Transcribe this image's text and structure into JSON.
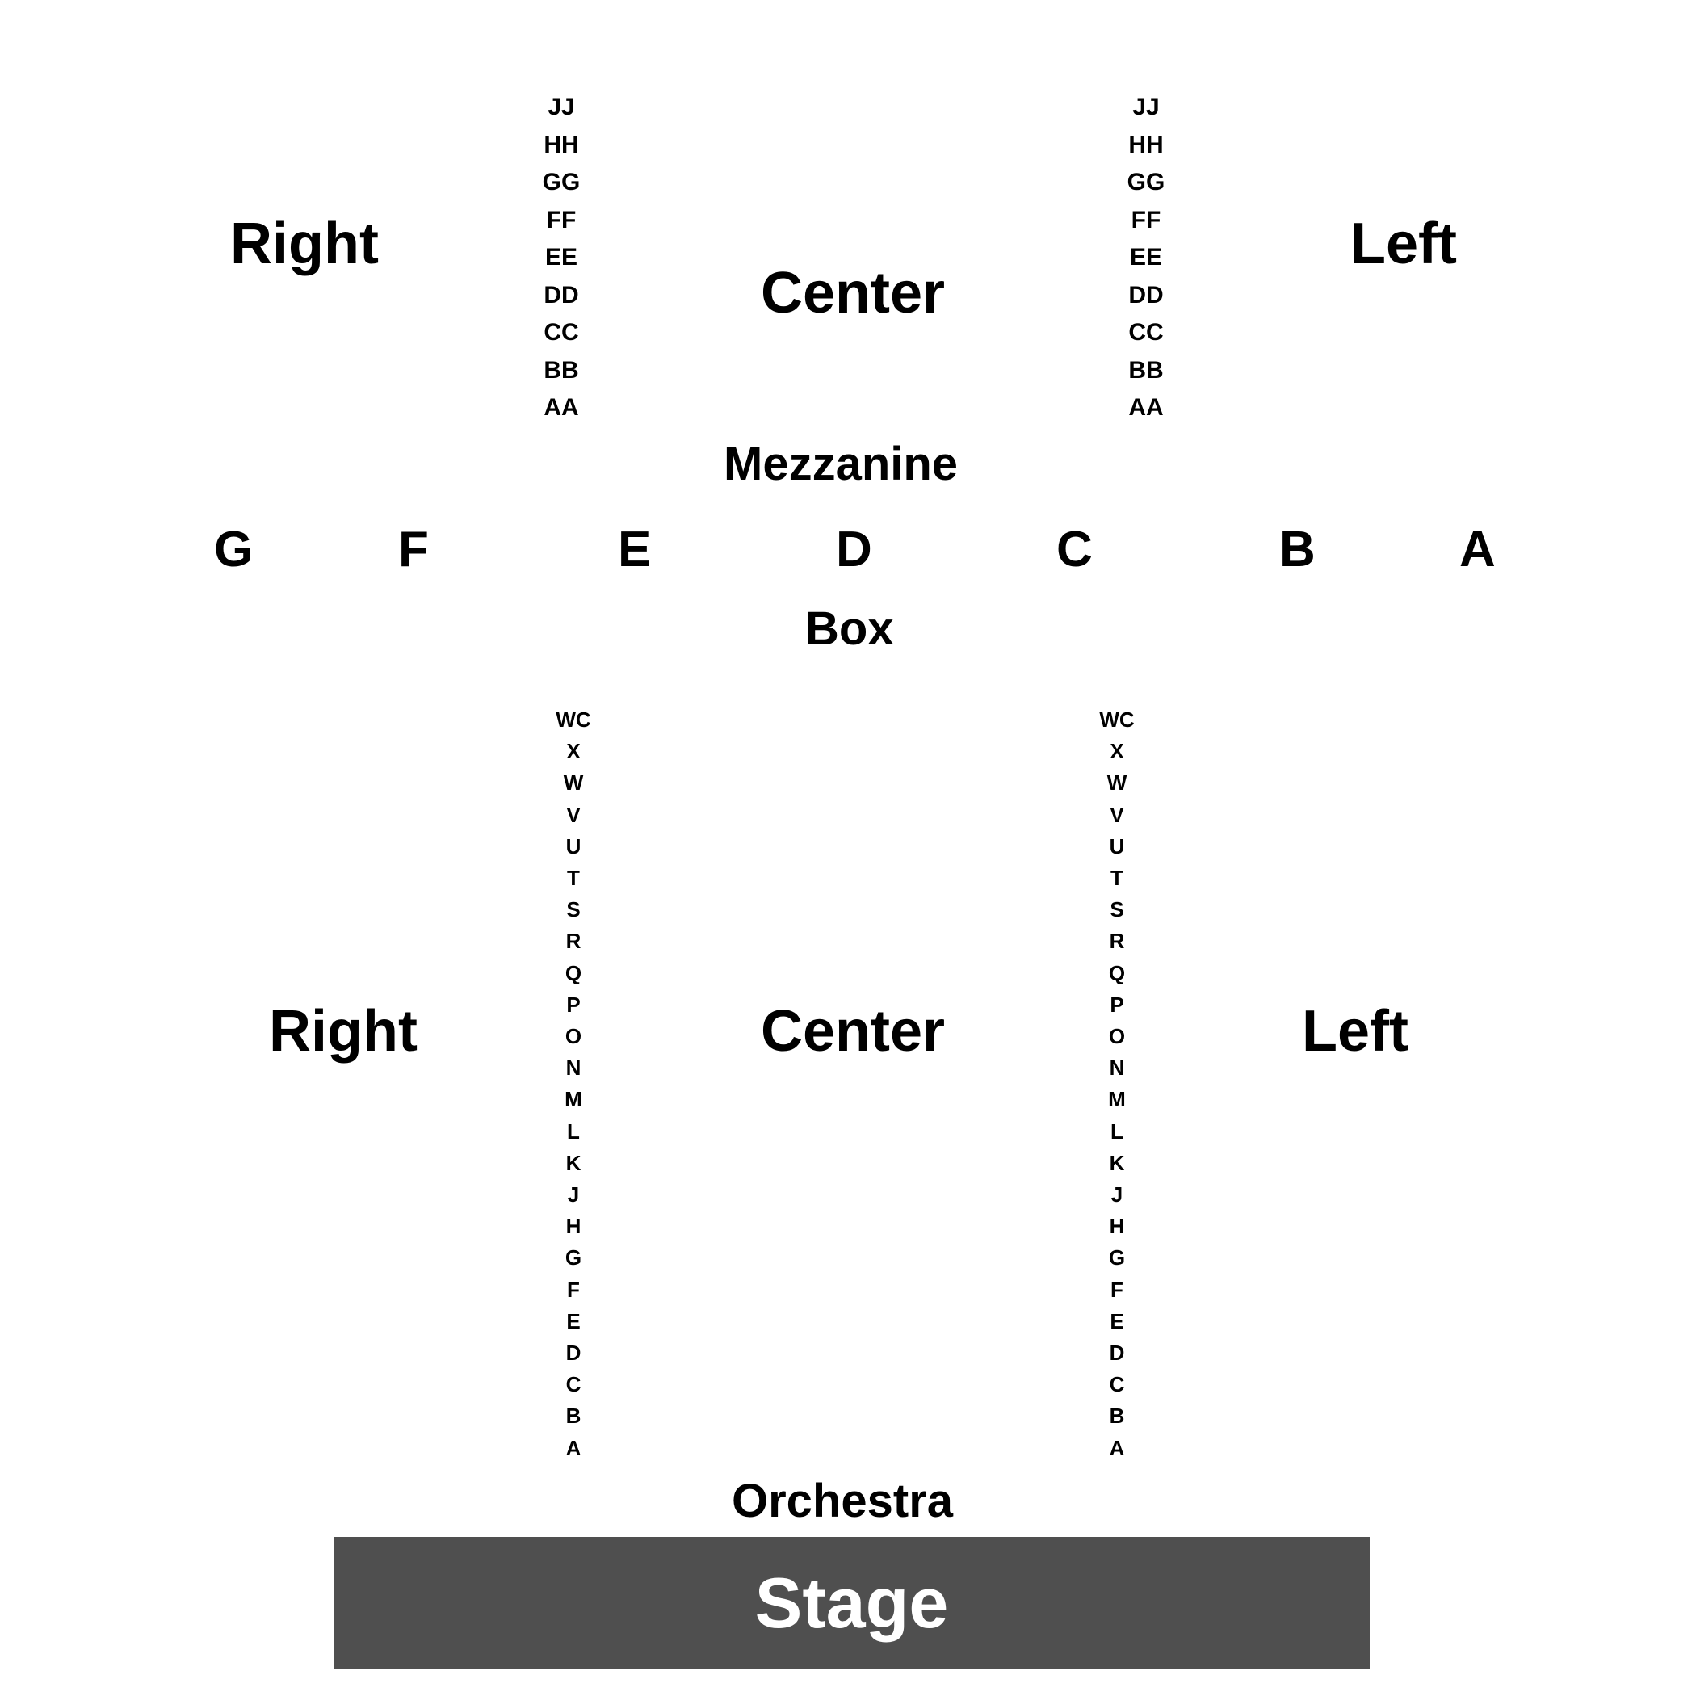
{
  "mezzanine": {
    "label": "Mezzanine",
    "sections": {
      "right": "Right",
      "center": "Center",
      "left": "Left"
    },
    "rows": [
      "JJ",
      "HH",
      "GG",
      "FF",
      "EE",
      "DD",
      "CC",
      "BB",
      "AA"
    ]
  },
  "box": {
    "label": "Box",
    "letters": [
      "G",
      "F",
      "E",
      "D",
      "C",
      "B",
      "A"
    ]
  },
  "orchestra": {
    "label": "Orchestra",
    "sections": {
      "right": "Right",
      "center": "Center",
      "left": "Left"
    },
    "rows": [
      "WC",
      "X",
      "W",
      "V",
      "U",
      "T",
      "S",
      "R",
      "Q",
      "P",
      "O",
      "N",
      "M",
      "L",
      "K",
      "J",
      "H",
      "G",
      "F",
      "E",
      "D",
      "C",
      "B",
      "A"
    ]
  },
  "stage": {
    "label": "Stage"
  },
  "colors": {
    "stage_fill": "#4f4f4f",
    "stage_text": "#ffffff",
    "text": "#000000",
    "background": "#ffffff"
  }
}
